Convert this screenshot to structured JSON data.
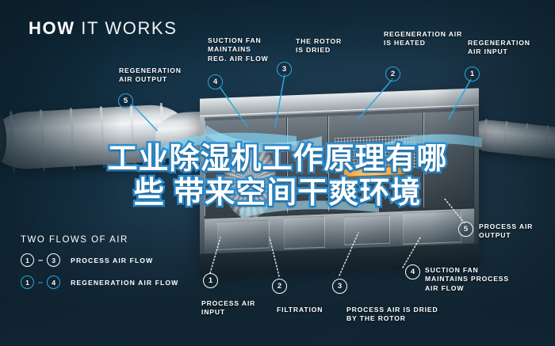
{
  "header": {
    "title_bold": "HOW",
    "title_light": "IT WORKS"
  },
  "headline": {
    "line1": "工业除湿机工作原理有哪",
    "line2": "些 带来空间干爽环境"
  },
  "colors": {
    "background_dark": "#0c2430",
    "background_mid": "#1d3648",
    "accent_blue": "#2aa8e0",
    "headline_stroke": "#2b8fd4",
    "text_white": "#ffffff",
    "heater_orange": "#f0a33a"
  },
  "callouts": [
    {
      "id": "regeneration-air-output",
      "marker": "5",
      "marker_color": "blue",
      "label": "REGENERATION\nAIR OUTPUT"
    },
    {
      "id": "suction-fan-reg",
      "marker": "4",
      "marker_color": "blue",
      "label": "SUCTION FAN\nMAINTAINS\nREG. AIR FLOW"
    },
    {
      "id": "rotor-is-dried",
      "marker": "3",
      "marker_color": "blue",
      "label": "THE ROTOR\nIS DRIED"
    },
    {
      "id": "regeneration-air-heated",
      "marker": "2",
      "marker_color": "blue",
      "label": "REGENERATION AIR\nIS HEATED"
    },
    {
      "id": "regeneration-air-input",
      "marker": "1",
      "marker_color": "blue",
      "label": "REGENERATION\nAIR INPUT"
    },
    {
      "id": "process-air-output",
      "marker": "5",
      "marker_color": "white",
      "label": "PROCESS AIR\nOUTPUT"
    },
    {
      "id": "process-air-input",
      "marker": "1",
      "marker_color": "white",
      "label": "PROCESS AIR\nINPUT"
    },
    {
      "id": "filtration",
      "marker": "2",
      "marker_color": "white",
      "label": "FILTRATION"
    },
    {
      "id": "process-air-dried",
      "marker": "3",
      "marker_color": "white",
      "label": "PROCESS AIR IS DRIED\nBY THE ROTOR"
    },
    {
      "id": "suction-fan-process",
      "marker": "4",
      "marker_color": "white",
      "label": "SUCTION FAN\nMAINTAINS PROCESS\nAIR FLOW"
    }
  ],
  "legend": {
    "title": "TWO FLOWS OF AIR",
    "rows": [
      {
        "from": "1",
        "dash": "–",
        "to": "3",
        "label": "PROCESS AIR FLOW",
        "color": "white"
      },
      {
        "from": "1",
        "dash": "–",
        "to": "4",
        "label": "REGENERATION AIR FLOW",
        "color": "blue"
      }
    ]
  }
}
